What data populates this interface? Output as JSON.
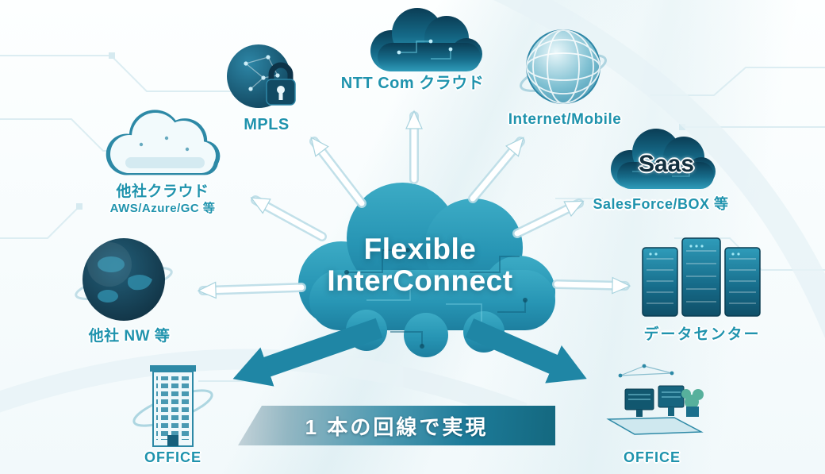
{
  "center": {
    "line1": "Flexible",
    "line2": "InterConnect"
  },
  "nodes": {
    "ntt_cloud": {
      "label": "NTT Com クラウド"
    },
    "mpls": {
      "label": "MPLS"
    },
    "internet_mobile": {
      "label": "Internet/Mobile"
    },
    "saas": {
      "label": "Saas",
      "sublabel": "SalesForce/BOX 等"
    },
    "other_cloud": {
      "label": "他社クラウド",
      "sublabel": "AWS/Azure/GC 等"
    },
    "other_network": {
      "label": "他社 NW 等"
    },
    "datacenter": {
      "label": "データセンター"
    },
    "office_left": {
      "label": "OFFICE"
    },
    "office_right": {
      "label": "OFFICE"
    }
  },
  "banner": {
    "text": "1 本の回線で実現"
  },
  "colors": {
    "accent_teal": "#1f93ad",
    "center_cloud_fill": "#2b9cba",
    "dark_cloud_fill": "#0f4f68",
    "thick_arrow": "#1f86a5",
    "banner_dark": "#14687f"
  }
}
